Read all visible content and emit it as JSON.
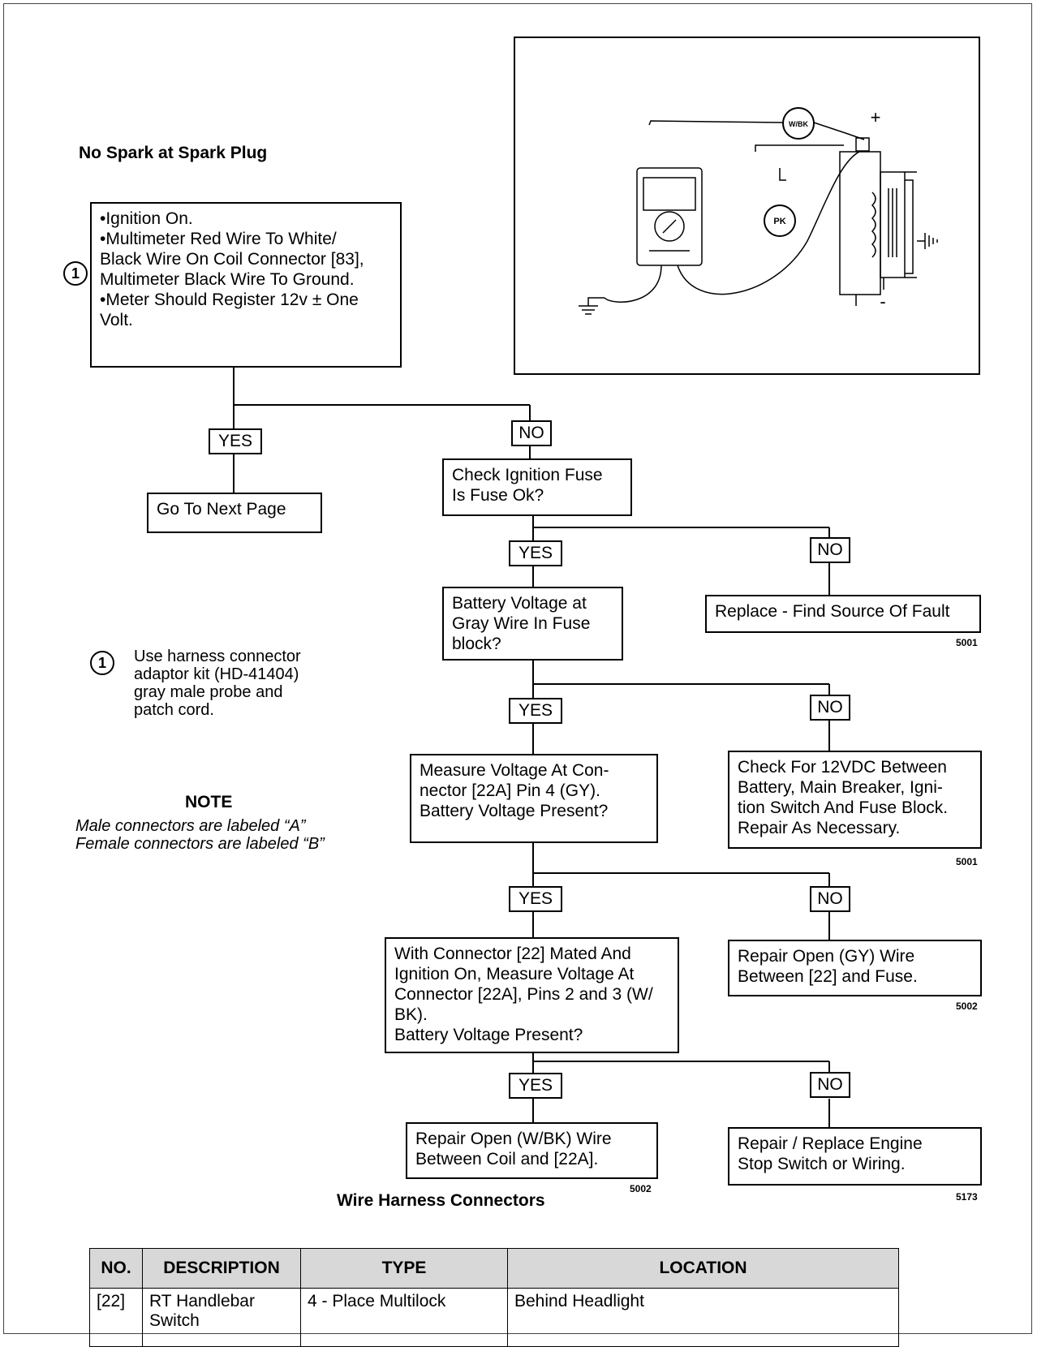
{
  "page_title": "No Spark at Spark Plug",
  "step1": {
    "marker": "1",
    "lines": [
      "•Ignition On.",
      "•Multimeter Red Wire To White/",
      "Black Wire On Coil Connector [83],",
      "Multimeter Black Wire To Ground.",
      "•Meter Should Register 12v ± One",
      "Volt."
    ]
  },
  "figure": {
    "wbk_label": "W/BK",
    "pk_label": "PK",
    "plus": "+",
    "minus": "-"
  },
  "labels": {
    "yes": "YES",
    "no": "NO"
  },
  "go_next": "Go To Next Page",
  "check_fuse": [
    "Check Ignition Fuse",
    "Is Fuse Ok?"
  ],
  "replace_fault": {
    "text": "Replace - Find Source Of Fault",
    "code": "5001"
  },
  "battery_gray": [
    "Battery Voltage at",
    "Gray Wire In Fuse",
    "block?"
  ],
  "check_12vdc": {
    "lines": [
      "Check For 12VDC Between",
      "Battery, Main Breaker, Igni-",
      "tion Switch And Fuse Block.",
      "Repair As Necessary."
    ],
    "code": "5001"
  },
  "measure_22a": [
    "Measure Voltage At Con-",
    "nector [22A] Pin 4 (GY).",
    "Battery Voltage Present?"
  ],
  "repair_gy": {
    "lines": [
      "Repair Open (GY) Wire",
      "Between [22] and Fuse."
    ],
    "code": "5002"
  },
  "with_connector": [
    "With Connector [22] Mated And",
    "Ignition On, Measure Voltage At",
    "Connector [22A], Pins 2 and 3 (W/",
    "BK).",
    "Battery Voltage Present?"
  ],
  "repair_wbk": {
    "lines": [
      "Repair Open (W/BK) Wire",
      "Between Coil and [22A]."
    ],
    "code": "5002"
  },
  "repair_switch": {
    "lines": [
      "Repair / Replace Engine",
      "Stop Switch or Wiring."
    ],
    "code": "5173"
  },
  "footnote": {
    "marker": "1",
    "lines": [
      "Use harness connector",
      "adaptor kit (HD-41404)",
      "gray male probe and",
      "patch cord."
    ]
  },
  "note": {
    "title": "NOTE",
    "lines": [
      "Male connectors are labeled “A”",
      "Female connectors are labeled “B”"
    ]
  },
  "table": {
    "title": "Wire Harness Connectors",
    "headers": [
      "NO.",
      "DESCRIPTION",
      "TYPE",
      "LOCATION"
    ],
    "rows": [
      {
        "no": "[22]",
        "description_lines": [
          "RT Handlebar",
          "Switch"
        ],
        "type": "4 - Place Multilock",
        "location": "Behind Headlight"
      }
    ]
  }
}
